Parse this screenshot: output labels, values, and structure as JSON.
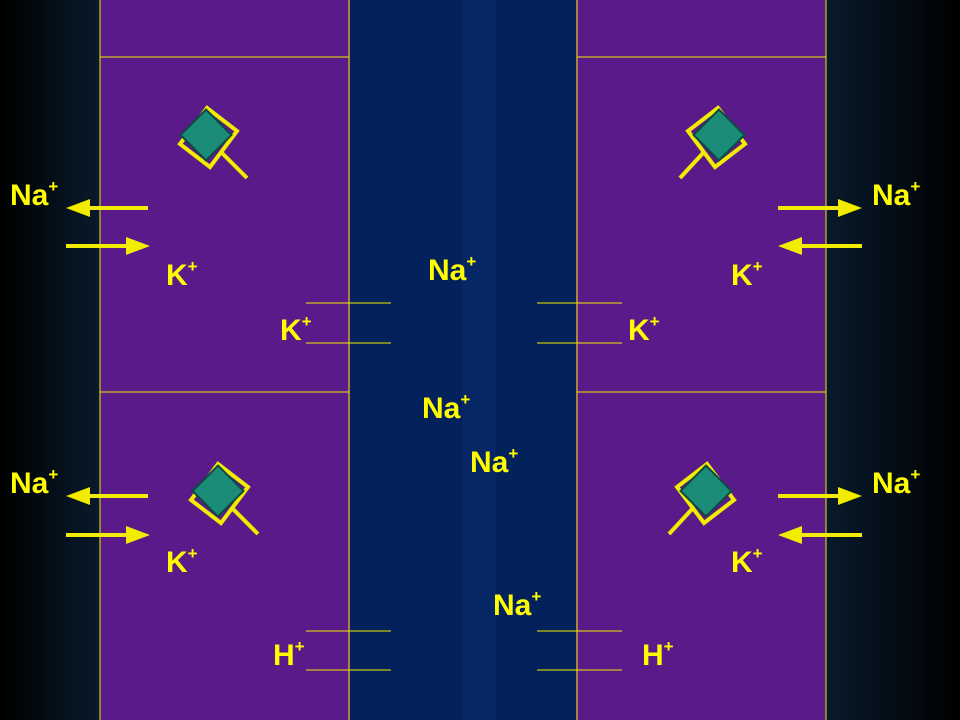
{
  "colors": {
    "cell": "#5a1a8a",
    "lumen": "#03215a",
    "line": "#f2ec00",
    "pump": "#1a8c78",
    "label": "#fffc00"
  },
  "labels": {
    "na": "Na",
    "k": "K",
    "h": "H",
    "plus": "+"
  },
  "ions": [
    {
      "id": "na-upper-left",
      "base": "Na"
    },
    {
      "id": "k-upper-left",
      "base": "K"
    },
    {
      "id": "na-upper-right",
      "base": "Na"
    },
    {
      "id": "k-upper-right",
      "base": "K"
    },
    {
      "id": "k-channel-upper-left",
      "base": "K"
    },
    {
      "id": "k-channel-upper-right",
      "base": "K"
    },
    {
      "id": "na-lumen-1",
      "base": "Na"
    },
    {
      "id": "na-lumen-2",
      "base": "Na"
    },
    {
      "id": "na-lumen-3",
      "base": "Na"
    },
    {
      "id": "na-lumen-4",
      "base": "Na"
    },
    {
      "id": "na-lower-left",
      "base": "Na"
    },
    {
      "id": "k-lower-left",
      "base": "K"
    },
    {
      "id": "na-lower-right",
      "base": "Na"
    },
    {
      "id": "k-lower-right",
      "base": "K"
    },
    {
      "id": "h-channel-left",
      "base": "H"
    },
    {
      "id": "h-channel-right",
      "base": "H"
    }
  ]
}
